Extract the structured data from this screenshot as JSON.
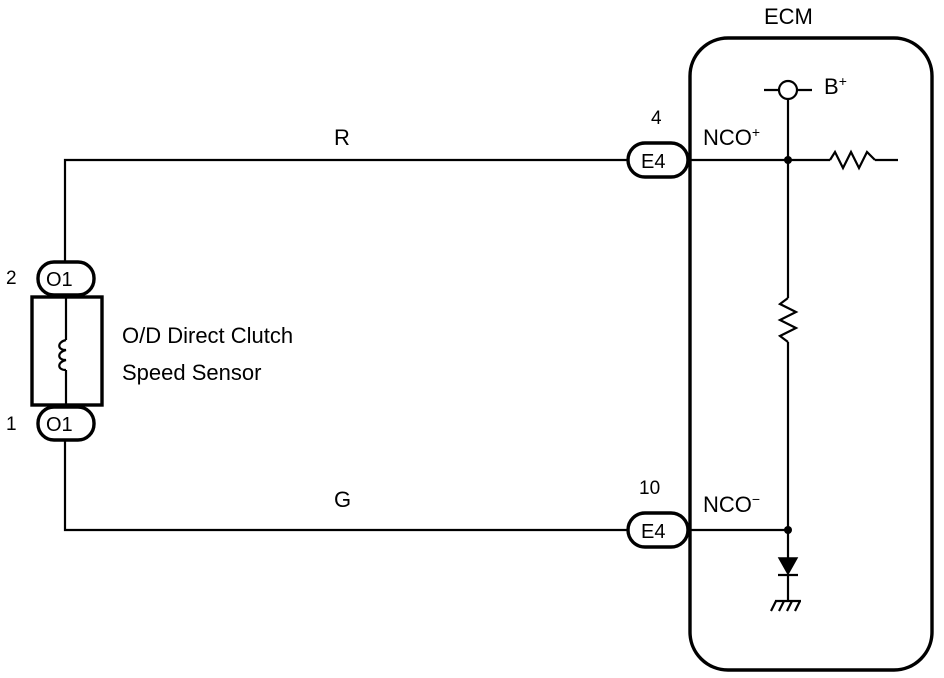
{
  "ecm": {
    "title": "ECM"
  },
  "wires": {
    "top_color": "R",
    "bottom_color": "G"
  },
  "sensor": {
    "name_line1": "O/D Direct Clutch",
    "name_line2": "Speed Sensor",
    "connector_top": {
      "pin": "2",
      "code": "O1"
    },
    "connector_bottom": {
      "pin": "1",
      "code": "O1"
    }
  },
  "ecm_pins": {
    "top": {
      "pin": "4",
      "code": "E4",
      "signal": "NCO",
      "polarity": "+"
    },
    "bottom": {
      "pin": "10",
      "code": "E4",
      "signal": "NCO",
      "polarity": "−"
    }
  },
  "supply": {
    "label": "B",
    "polarity": "+"
  }
}
